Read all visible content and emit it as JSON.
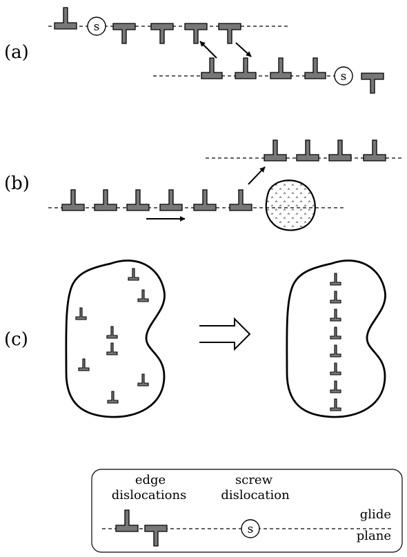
{
  "panels": {
    "a": "(a)",
    "b": "(b)",
    "c": "(c)"
  },
  "symbols": {
    "screw": "s"
  },
  "legend": {
    "edge_line1": "edge",
    "edge_line2": "dislocations",
    "screw_line1": "screw",
    "screw_line2": "dislocation",
    "glide": "glide",
    "plane": "plane"
  },
  "colors": {
    "dislocation_fill": "#777777",
    "stroke": "#000000"
  }
}
